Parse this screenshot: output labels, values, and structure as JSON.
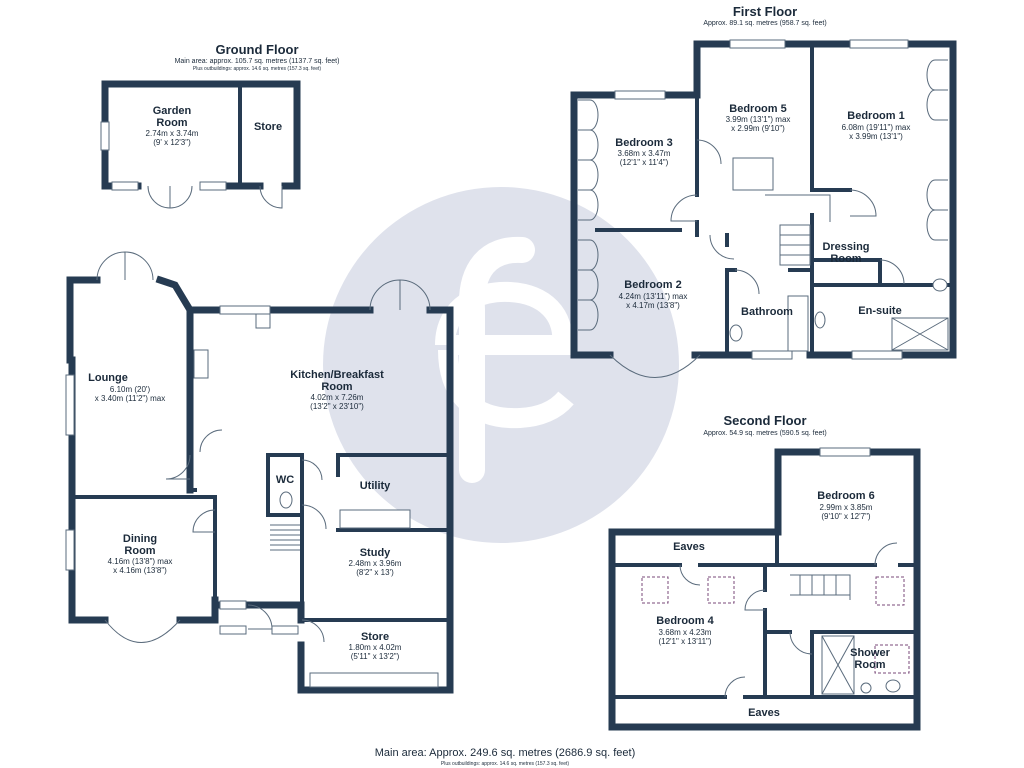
{
  "ground_floor": {
    "title": "Ground Floor",
    "main_area": "Main area: approx. 105.7 sq. metres (1137.7 sq. feet)",
    "outbuildings": "Plus outbuildings: approx. 14.6 sq. metres (157.3 sq. feet)",
    "rooms": {
      "garden_room": {
        "name1": "Garden",
        "name2": "Room",
        "dim1": "2.74m x 3.74m",
        "dim2": "(9' x 12'3\")"
      },
      "store_out": {
        "name": "Store"
      },
      "lounge": {
        "name": "Lounge",
        "dim1": "6.10m (20')",
        "dim2": "x 3.40m (11'2\") max"
      },
      "kitchen": {
        "name1": "Kitchen/Breakfast",
        "name2": "Room",
        "dim1": "4.02m x 7.26m",
        "dim2": "(13'2\" x 23'10\")"
      },
      "wc": {
        "name": "WC"
      },
      "utility": {
        "name": "Utility"
      },
      "dining": {
        "name1": "Dining",
        "name2": "Room",
        "dim1": "4.16m (13'8\") max",
        "dim2": "x 4.16m (13'8\")"
      },
      "study": {
        "name": "Study",
        "dim1": "2.48m x 3.96m",
        "dim2": "(8'2\" x 13')"
      },
      "store": {
        "name": "Store",
        "dim1": "1.80m x 4.02m",
        "dim2": "(5'11\" x 13'2\")"
      }
    }
  },
  "first_floor": {
    "title": "First Floor",
    "area": "Approx. 89.1 sq. metres (958.7 sq. feet)",
    "rooms": {
      "bedroom5": {
        "name": "Bedroom 5",
        "dim1": "3.99m (13'1\") max",
        "dim2": "x 2.99m (9'10\")"
      },
      "bedroom1": {
        "name": "Bedroom 1",
        "dim1": "6.08m (19'11\") max",
        "dim2": "x 3.99m (13'1\")"
      },
      "bedroom3": {
        "name": "Bedroom 3",
        "dim1": "3.68m x 3.47m",
        "dim2": "(12'1\" x 11'4\")"
      },
      "bedroom2": {
        "name": "Bedroom 2",
        "dim1": "4.24m (13'11\") max",
        "dim2": "x 4.17m (13'8\")"
      },
      "dressing": {
        "name1": "Dressing",
        "name2": "Room"
      },
      "bathroom": {
        "name": "Bathroom"
      },
      "ensuite": {
        "name": "En-suite"
      }
    }
  },
  "second_floor": {
    "title": "Second Floor",
    "area": "Approx. 54.9 sq. metres (590.5 sq. feet)",
    "rooms": {
      "bedroom6": {
        "name": "Bedroom 6",
        "dim1": "2.99m x 3.85m",
        "dim2": "(9'10\" x 12'7\")"
      },
      "eaves_top": {
        "name": "Eaves"
      },
      "bedroom4": {
        "name": "Bedroom 4",
        "dim1": "3.68m x 4.23m",
        "dim2": "(12'1\" x 13'11\")"
      },
      "shower": {
        "name1": "Shower",
        "name2": "Room"
      },
      "eaves_bottom": {
        "name": "Eaves"
      }
    }
  },
  "totals": {
    "main_area": "Main area: Approx. 249.6 sq. metres (2686.9 sq. feet)",
    "outbuildings": "Plus outbuildings: approx. 14.6 sq. metres (157.3 sq. feet)"
  },
  "colors": {
    "wall": "#263b52",
    "watermark_circle": "#dfe2ec",
    "text": "#1b2a3a"
  },
  "watermark": {
    "icon": "agency-logo-icon"
  }
}
